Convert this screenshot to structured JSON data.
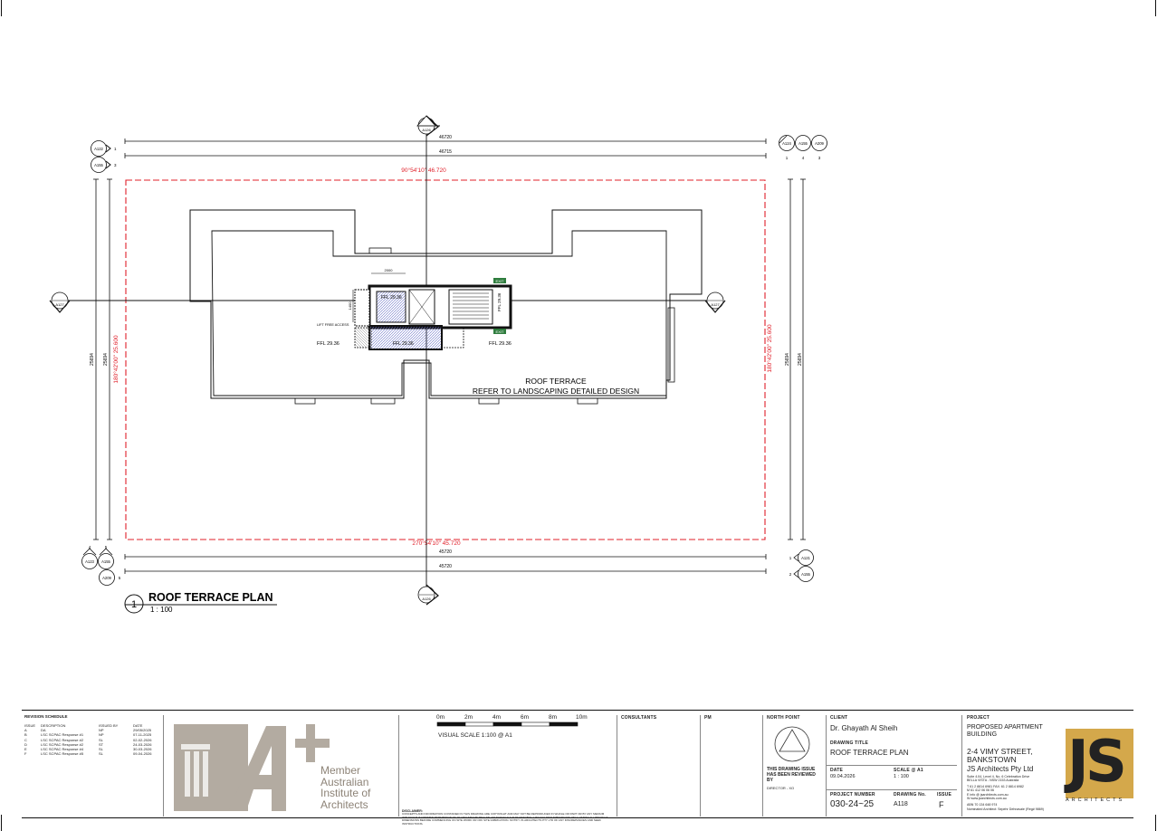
{
  "plan": {
    "title": "ROOF TERRACE PLAN",
    "view_number": "1",
    "scale": "1 : 100",
    "terrace_label_1": "ROOF TERRACE",
    "terrace_label_2": "REFER TO LANDSCAPING DETAILED DESIGN",
    "ffl_labels": [
      "FFL 29.36",
      "FFL 29.36",
      "FFL 29.36",
      "FFL 29.36",
      "FFL 29.36"
    ],
    "lift_access_label": "LIFT FREE ACCESS",
    "exit_label": "EXIT",
    "small_dim_1": "2000",
    "small_dim_2": "1400",
    "top_dim_1": "46720",
    "top_dim_2": "46715",
    "bottom_dim_1": "45720",
    "bottom_dim_2": "45720",
    "left_dim_1": "25694",
    "left_dim_2": "25694",
    "right_dim_1": "25694",
    "right_dim_2": "25694",
    "boundary_top": "90°54'10\"  46.720",
    "boundary_bottom": "270°54'10\"  45.720",
    "boundary_left": "180°42'00\"  25.600",
    "boundary_right": "180°42'00\"  25.600",
    "section_marks": {
      "top": "A126",
      "bottom": "A126",
      "left": "A127",
      "right": "A127",
      "tl_1": "A122",
      "tl_1_num": "1",
      "tl_2": "A155",
      "tl_2_num": "3",
      "tr_1": "A124",
      "tr_2": "A155",
      "tr_3": "A209",
      "tr_nums": [
        "1",
        "4",
        "3"
      ],
      "bl_1": "A123",
      "bl_2": "A155",
      "bl_3": "A209",
      "bl_nums": [
        "4",
        "5",
        "5"
      ],
      "br_1": "A121",
      "br_1_num": "1",
      "br_2": "A155",
      "br_2_num": "2"
    }
  },
  "title_block": {
    "revision_schedule": {
      "title": "REVISION SCHEDULE",
      "headers": [
        "ISSUE",
        "DESCRIPTION",
        "ISSUED BY",
        "DATE"
      ],
      "rows": [
        [
          "A",
          "DA",
          "NP",
          "29/05/2025"
        ],
        [
          "B",
          "LSC SCPAC Response #1",
          "NP",
          "07-11-2025"
        ],
        [
          "C",
          "LSC SCPAC Response #2",
          "SL",
          "02-02-2026"
        ],
        [
          "D",
          "LSC SCPAC Response #2",
          "ST",
          "24-03-2026"
        ],
        [
          "E",
          "LSC SCPAC Response #4",
          "SL",
          "30-03-2026"
        ],
        [
          "F",
          "LSC SCPAC Response #5",
          "SL",
          "09-04-2026"
        ]
      ]
    },
    "member_text": [
      "Member",
      "Australian",
      "Institute of",
      "Architects"
    ],
    "scale_bar": {
      "ticks": [
        "0m",
        "2m",
        "4m",
        "6m",
        "8m",
        "10m"
      ],
      "caption": "VISUAL SCALE 1:100 @ A1"
    },
    "disclaimer_title": "DISCLAIMER:",
    "disclaimer_text": "CONCEPTS AND INFORMATION CONTAINED IN THIS DRAWING ARE COPYRIGHT AND MAY NOT BE REPRODUCED IN WHOLE OR PART OR BY ANY MEDIUM WITHOUT THE WRITTEN PERMISSION OF JS ARCHITECTS PTY LTD. DO NOT SCALE THIS DRAWING. USE FIGURED DIMENSIONS ONLY. VERIFY ALL PROJECT DIMENSIONS BEFORE COMMENCING ON SITE WORK OR OFF SITE FABRICATION. NOTIFY JS ARCHITECTS PTY LTD OF ANY DISCREPANCIES AND SEEK INSTRUCTIONS.",
    "consultants_label": "CONSULTANTS",
    "pm_label": "PM",
    "north_point_label": "NORTH POINT",
    "review_text": [
      "THIS DRAWING ISSUE",
      "HAS BEEN REVIEWED",
      "BY"
    ],
    "director_label": "DIRECTOR - XO",
    "client_label": "CLIENT",
    "client_value": "Dr. Ghayath Al Sheih",
    "drawing_title_label": "DRAWING TITLE",
    "drawing_title_value": "ROOF TERRACE PLAN",
    "date_label": "DATE",
    "date_value": "09.04.2026",
    "scale_label": "SCALE @ A1",
    "scale_value": "1 : 100",
    "project_number_label": "PROJECT NUMBER",
    "project_number_value": "030-24~25",
    "drawing_no_label": "DRAWING No.",
    "drawing_no_value": "A118",
    "issue_label": "ISSUE",
    "issue_value": "F",
    "project_label": "PROJECT",
    "project_value_1": "PROPOSED APARTMENT",
    "project_value_2": "BUILDING",
    "address_1": "2-4 VIMY STREET,",
    "address_2": "BANKSTOWN",
    "firm_name": "JS Architects Pty Ltd",
    "firm_address_1": "Suite 4.04, Level 4, No. 6 Celebration Drive",
    "firm_address_2": "BELLA VISTA - NSW 2153 Australia",
    "firm_contact": [
      "T   61 2 8814 6981  FAX: 61 2 8814 6982",
      "M   61 412 06 06 06",
      "E   info @ jsarchitects.com.au",
      "W   www.jsarchitects.com.au"
    ],
    "firm_abn": "ABN 70 134 648 974",
    "firm_nominated": "Nominated Architect: Sepehr Dehnavaie (Reg# 9869)",
    "logo_letters": "JS",
    "logo_word": "ARCHITECTS"
  },
  "colors": {
    "boundary": "#e0202a",
    "exit_green": "#2f7d3e",
    "logo_gold": "#d4a84b",
    "aia_grey": "#b3aba1",
    "hatch_blue": "#6a72c8"
  }
}
